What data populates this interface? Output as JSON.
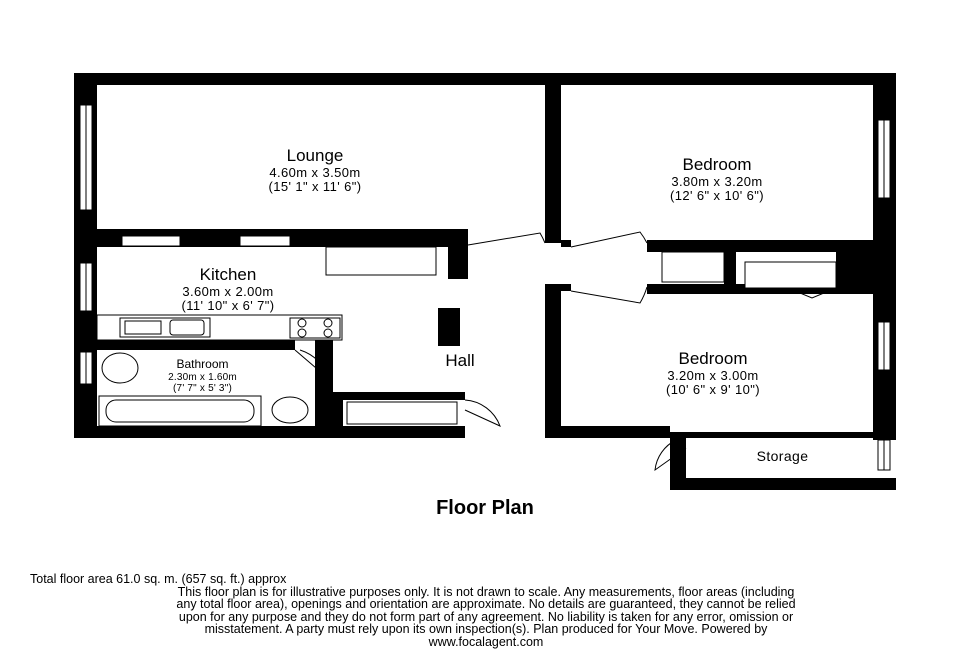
{
  "rooms": {
    "lounge": {
      "name": "Lounge",
      "metric": "4.60m x 3.50m",
      "imperial": "(15' 1\" x 11' 6\")"
    },
    "bedroom1": {
      "name": "Bedroom",
      "metric": "3.80m x 3.20m",
      "imperial": "(12' 6\" x 10' 6\")"
    },
    "kitchen": {
      "name": "Kitchen",
      "metric": "3.60m x 2.00m",
      "imperial": "(11' 10\" x 6' 7\")"
    },
    "bathroom": {
      "name": "Bathroom",
      "metric": "2.30m x 1.60m",
      "imperial": "(7' 7\" x 5' 3\")"
    },
    "hall": {
      "name": "Hall"
    },
    "bedroom2": {
      "name": "Bedroom",
      "metric": "3.20m x 3.00m",
      "imperial": "(10' 6\" x 9' 10\")"
    },
    "storage": {
      "name": "Storage"
    }
  },
  "title": "Floor Plan",
  "footer": {
    "total": "Total floor area 61.0 sq. m. (657 sq. ft.) approx",
    "line1": "This floor plan is for illustrative purposes only. It is not drawn to scale. Any measurements, floor areas (including",
    "line2": "any total floor area), openings and orientation are approximate. No details are guaranteed, they cannot be relied",
    "line3": "upon for any purpose and they do not form part of any agreement. No liability is taken for any error, omission or",
    "line4": "misstatement. A party must rely upon its own inspection(s). Plan produced for Your Move. Powered by",
    "line5": "www.focalagent.com"
  }
}
